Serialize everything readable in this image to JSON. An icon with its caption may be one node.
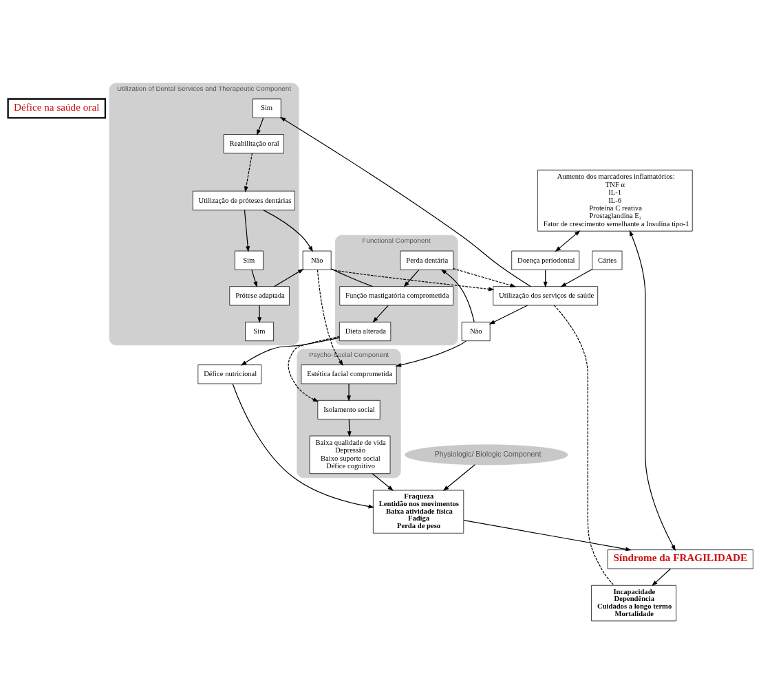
{
  "diagram": {
    "nodes": [
      {
        "text": [
          "Défice na saúde oral"
        ]
      },
      {
        "text": [
          "Doença periodontal"
        ]
      },
      {
        "text": [
          "Cáries"
        ]
      },
      {
        "text": [
          "Utilização dos serviços de saúde"
        ]
      },
      {
        "text": [
          "Não"
        ]
      },
      {
        "text": [
          "Sim"
        ],
        "in": 15
      },
      {
        "text": [
          "Psycho-Social Component"
        ]
      },
      {
        "text": [
          "Estética facial comprometida"
        ],
        "in": 6
      },
      {
        "text": [
          "Isolamento social"
        ],
        "in": 6
      },
      {
        "text": [
          "Baixa qualidade de vida",
          "Depressão",
          "Baixo suporte social",
          "Défice cognitivo"
        ],
        "in": 6
      },
      {
        "text": [
          "Functional Component"
        ]
      },
      {
        "text": [
          "Perda dentária"
        ],
        "in": 10
      },
      {
        "text": [
          "Função mastigatória comprometida"
        ],
        "in": 10
      },
      {
        "text": [
          "Dieta alterada"
        ],
        "in": 10
      },
      {
        "text": [
          "Défice nutricional"
        ]
      },
      {
        "text": [
          "Utilization of Dental Services and Therapeutic Component"
        ]
      },
      {
        "text": [
          "Reabilitação oral"
        ],
        "in": 15
      },
      {
        "text": [
          "Utilização de próteses dentárias"
        ],
        "in": 15
      },
      {
        "text": [
          "Sim"
        ],
        "in": 15
      },
      {
        "text": [
          "Prótese adaptada"
        ],
        "in": 15
      },
      {
        "text": [
          "Sim"
        ],
        "in": 15
      },
      {
        "text": [
          "Não"
        ]
      },
      {
        "text": [
          "Physiologic/ Biologic Component"
        ]
      },
      {
        "text": [
          "Aumento dos marcadores inflamatórios:",
          "TNF α",
          "IL-1",
          "IL-6",
          "Proteína C reativa",
          "Prostaglandina E₂",
          "Fator de crescimento semelhante a Insulina tipo-1"
        ]
      },
      {
        "text": [
          "Fraqueza",
          "Lentidão nos movimentos",
          "Baixa atividade física",
          "Fadiga",
          "Perda de peso"
        ]
      },
      {
        "text": [
          "Síndrome da FRAGILIDADE"
        ]
      },
      {
        "text": [
          "Incapacidade",
          "Dependência",
          "Cuidados a longo termo",
          "Mortalidade"
        ]
      }
    ],
    "edges": [
      {
        "from": 1,
        "to": 3,
        "arrow": "to"
      },
      {
        "from": 2,
        "to": 3,
        "arrow": "to"
      },
      {
        "from": 3,
        "to": 4,
        "arrow": "to"
      },
      {
        "from": 3,
        "to": 5,
        "arrow": "to"
      },
      {
        "from": 4,
        "to": 7,
        "arrow": "to"
      },
      {
        "from": 4,
        "to": 11,
        "arrow": "to"
      },
      {
        "from": 23,
        "to": 1,
        "arrow": "both"
      },
      {
        "from": 7,
        "to": 8,
        "arrow": "to"
      },
      {
        "from": 8,
        "to": 9,
        "arrow": "to"
      },
      {
        "from": 11,
        "to": 12,
        "arrow": "to"
      },
      {
        "from": 12,
        "to": 13,
        "arrow": "to"
      },
      {
        "from": 13,
        "to": 14,
        "arrow": "to"
      },
      {
        "from": 11,
        "to": 3,
        "arrow": "to",
        "style": "dashed"
      },
      {
        "from": 21,
        "to": 3,
        "arrow": "to",
        "style": "dashed"
      },
      {
        "from": 21,
        "to": 7,
        "arrow": "to",
        "style": "dashed"
      },
      {
        "from": 13,
        "to": 8,
        "arrow": "to",
        "style": "dashed"
      },
      {
        "from": 5,
        "to": 16,
        "arrow": "to"
      },
      {
        "from": 16,
        "to": 17,
        "arrow": "to",
        "style": "dashed"
      },
      {
        "from": 17,
        "to": 21,
        "arrow": "to"
      },
      {
        "from": 12,
        "to": 21,
        "arrow": "none"
      },
      {
        "from": 17,
        "to": 18,
        "arrow": "to"
      },
      {
        "from": 18,
        "to": 19,
        "arrow": "to"
      },
      {
        "from": 19,
        "to": 20,
        "arrow": "to"
      },
      {
        "from": 19,
        "to": 21,
        "arrow": "to"
      },
      {
        "from": 9,
        "to": 24,
        "arrow": "to"
      },
      {
        "from": 14,
        "to": 24,
        "arrow": "to"
      },
      {
        "from": 22,
        "to": 24,
        "arrow": "to"
      },
      {
        "from": 23,
        "to": 25,
        "arrow": "both"
      },
      {
        "from": 24,
        "to": 25,
        "arrow": "to"
      },
      {
        "from": 25,
        "to": 26,
        "arrow": "to"
      },
      {
        "from": 3,
        "to": 26,
        "arrow": "none",
        "style": "dashed"
      }
    ]
  }
}
